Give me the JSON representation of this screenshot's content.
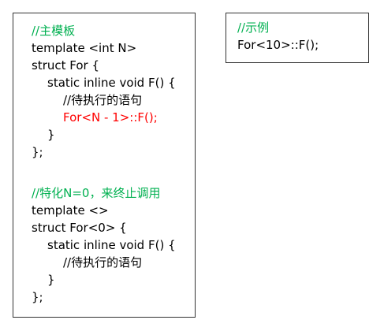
{
  "main_code": {
    "lines": [
      {
        "text": "//主模板",
        "kind": "comment"
      },
      {
        "text": "template <int N>",
        "kind": "code"
      },
      {
        "text": "struct For {",
        "kind": "code"
      },
      {
        "text": "static inline void F() {",
        "kind": "code"
      },
      {
        "text": "//待执行的语句",
        "kind": "code"
      },
      {
        "text": "For<N - 1>::F();",
        "kind": "highlight"
      },
      {
        "text": "}",
        "kind": "code"
      },
      {
        "text": "};",
        "kind": "code"
      },
      {
        "text": "//特化N=0，来终止调用",
        "kind": "comment"
      },
      {
        "text": "template <>",
        "kind": "code"
      },
      {
        "text": "struct For<0> {",
        "kind": "code"
      },
      {
        "text": "static inline void F() {",
        "kind": "code"
      },
      {
        "text": "//待执行的语句",
        "kind": "code"
      },
      {
        "text": "}",
        "kind": "code"
      },
      {
        "text": "};",
        "kind": "code"
      }
    ]
  },
  "example_code": {
    "lines": [
      {
        "text": "//示例",
        "kind": "comment"
      },
      {
        "text": "For<10>::F();",
        "kind": "code"
      }
    ]
  },
  "colors": {
    "comment": "#00b050",
    "highlight": "#ff0000",
    "code": "#000000",
    "border": "#333333"
  }
}
